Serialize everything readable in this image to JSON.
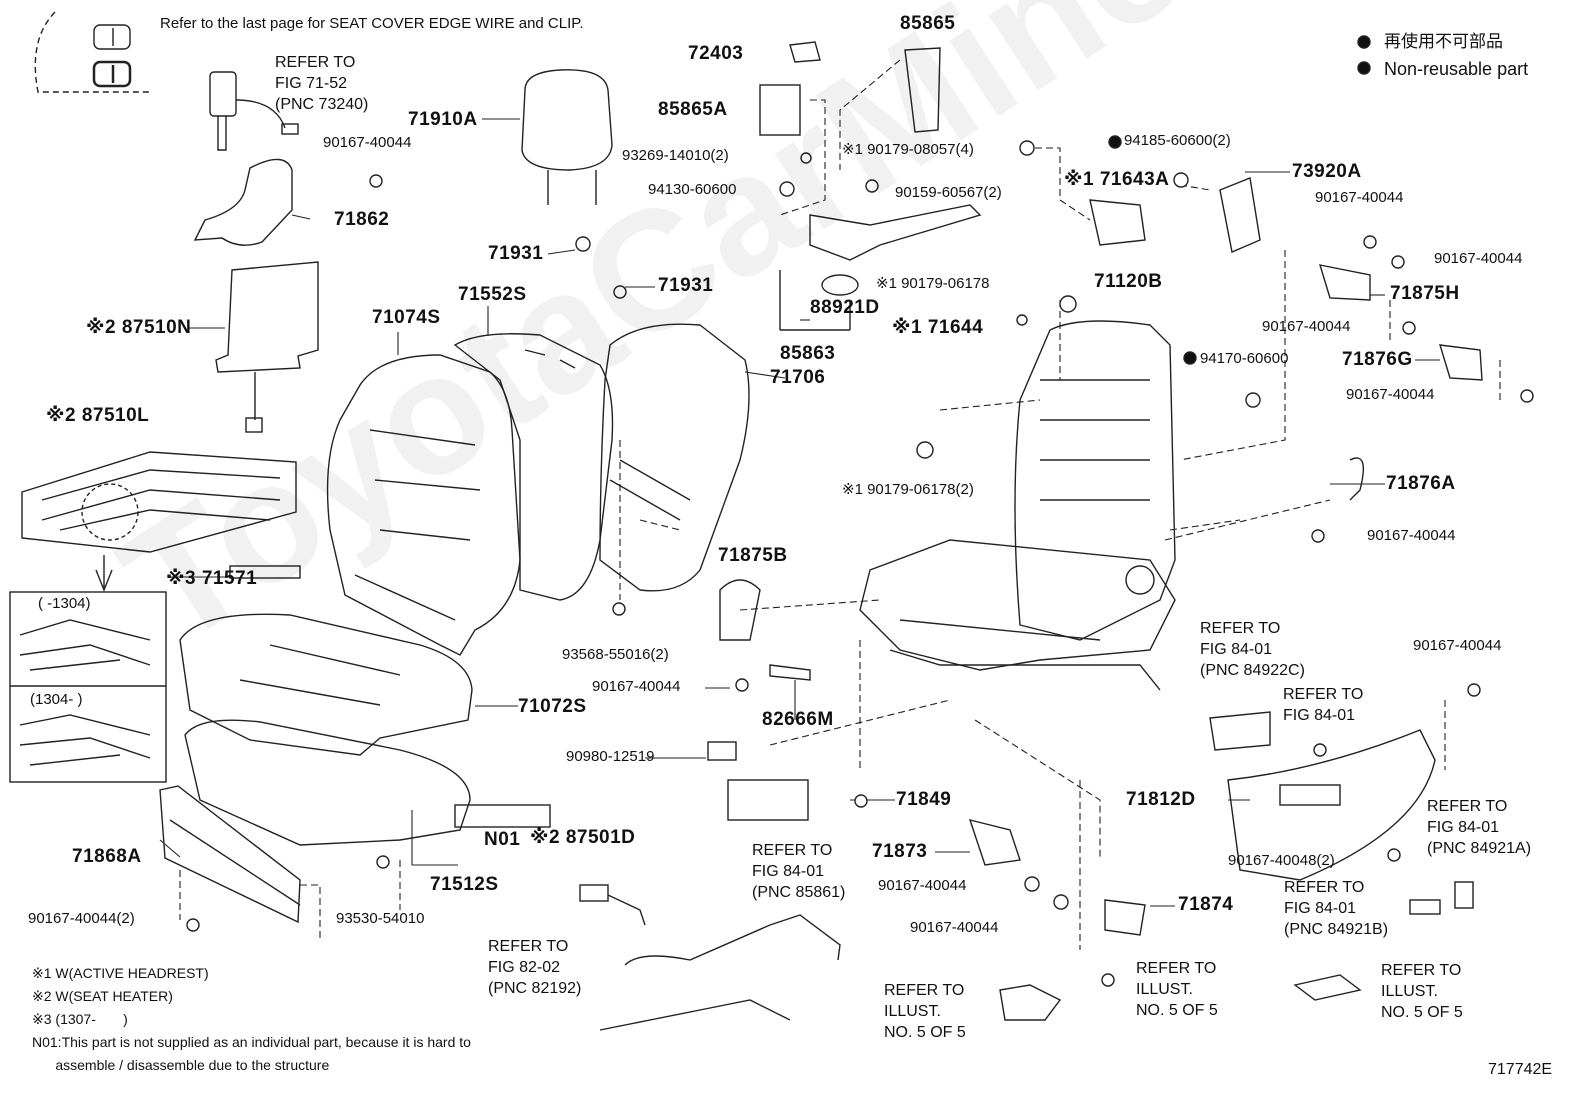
{
  "top_note": "Refer to the last page for SEAT COVER EDGE WIRE and CLIP.",
  "legend": {
    "jp": "再使用不可部品",
    "en": "Non-reusable part"
  },
  "inset_labels": [
    "(      -1304)",
    "(1304-        )"
  ],
  "parts": [
    {
      "id": "85865",
      "text": "85865"
    },
    {
      "id": "72403",
      "text": "72403"
    },
    {
      "id": "85865A",
      "text": "85865A"
    },
    {
      "id": "71910A",
      "text": "71910A"
    },
    {
      "id": "93269-14010",
      "text": "93269-14010(2)"
    },
    {
      "id": "94130-60600",
      "text": "94130-60600"
    },
    {
      "id": "90179-08057",
      "text": "※1 90179-08057(4)"
    },
    {
      "id": "71643A",
      "text": "※1 71643A"
    },
    {
      "id": "90159-60567",
      "text": "90159-60567(2)"
    },
    {
      "id": "94185-60600",
      "text": "94185-60600(2)"
    },
    {
      "id": "73920A",
      "text": "73920A"
    },
    {
      "id": "90167-40044-a",
      "text": "90167-40044"
    },
    {
      "id": "71862",
      "text": "71862"
    },
    {
      "id": "90167-40044-b",
      "text": "90167-40044"
    },
    {
      "id": "90167-40044-c",
      "text": "90167-40044"
    },
    {
      "id": "71931-a",
      "text": "71931"
    },
    {
      "id": "71931-b",
      "text": "71931"
    },
    {
      "id": "87510N",
      "text": "※2 87510N"
    },
    {
      "id": "71074S",
      "text": "71074S"
    },
    {
      "id": "71552S",
      "text": "71552S"
    },
    {
      "id": "88921D",
      "text": "88921D"
    },
    {
      "id": "90179-06178-a",
      "text": "※1 90179-06178"
    },
    {
      "id": "71120B",
      "text": "71120B"
    },
    {
      "id": "71875H",
      "text": "71875H"
    },
    {
      "id": "90167-40044-d",
      "text": "90167-40044"
    },
    {
      "id": "71644",
      "text": "※1 71644"
    },
    {
      "id": "85863",
      "text": "85863"
    },
    {
      "id": "71706",
      "text": "71706"
    },
    {
      "id": "94170-60600",
      "text": "94170-60600"
    },
    {
      "id": "71876G",
      "text": "71876G"
    },
    {
      "id": "90167-40044-e",
      "text": "90167-40044"
    },
    {
      "id": "87510L",
      "text": "※2 87510L"
    },
    {
      "id": "90179-06178-b",
      "text": "※1 90179-06178(2)"
    },
    {
      "id": "71876A",
      "text": "71876A"
    },
    {
      "id": "90167-40044-f",
      "text": "90167-40044"
    },
    {
      "id": "71571",
      "text": "※3 71571"
    },
    {
      "id": "71875B",
      "text": "71875B"
    },
    {
      "id": "93568-55016",
      "text": "93568-55016(2)"
    },
    {
      "id": "90167-40044-g",
      "text": "90167-40044"
    },
    {
      "id": "82666M",
      "text": "82666M"
    },
    {
      "id": "90167-40044-h",
      "text": "90167-40044"
    },
    {
      "id": "71072S",
      "text": "71072S"
    },
    {
      "id": "90980-12519",
      "text": "90980-12519"
    },
    {
      "id": "71849",
      "text": "71849"
    },
    {
      "id": "71812D",
      "text": "71812D"
    },
    {
      "id": "71873",
      "text": "71873"
    },
    {
      "id": "71868A",
      "text": "71868A"
    },
    {
      "id": "N01",
      "text": "N01"
    },
    {
      "id": "87501D",
      "text": "※2 87501D"
    },
    {
      "id": "90167-40044-i",
      "text": "90167-40044"
    },
    {
      "id": "90167-40048",
      "text": "90167-40048(2)"
    },
    {
      "id": "71512S",
      "text": "71512S"
    },
    {
      "id": "71874",
      "text": "71874"
    },
    {
      "id": "90167-40044-2",
      "text": "90167-40044(2)"
    },
    {
      "id": "93530-54010",
      "text": "93530-54010"
    },
    {
      "id": "90167-40044-j",
      "text": "90167-40044"
    }
  ],
  "refs": [
    {
      "id": "ref-71-52",
      "text": "REFER TO\nFIG 71-52\n(PNC 73240)"
    },
    {
      "id": "ref-84-01-a",
      "text": "REFER TO\nFIG 84-01\n(PNC 84922C)"
    },
    {
      "id": "ref-84-01-b",
      "text": "REFER TO\nFIG 84-01"
    },
    {
      "id": "ref-84-01-c",
      "text": "REFER TO\nFIG 84-01\n(PNC 84921A)"
    },
    {
      "id": "ref-84-01-d",
      "text": "REFER TO\nFIG 84-01\n(PNC 85861)"
    },
    {
      "id": "ref-84-01-e",
      "text": "REFER TO\nFIG 84-01\n(PNC 84921B)"
    },
    {
      "id": "ref-82-02",
      "text": "REFER TO\nFIG 82-02\n(PNC 82192)"
    },
    {
      "id": "ref-illust-a",
      "text": "REFER TO\nILLUST.\nNO. 5 OF 5"
    },
    {
      "id": "ref-illust-b",
      "text": "REFER TO\nILLUST.\nNO. 5 OF 5"
    },
    {
      "id": "ref-illust-c",
      "text": "REFER TO\nILLUST.\nNO. 5 OF 5"
    }
  ],
  "notes": "※1 W(ACTIVE HEADREST)\n※2 W(SEAT HEATER)\n※3 (1307-       )\nN01:This part is not supplied as an individual part, because it is hard to\n      assemble / disassemble due to the structure",
  "figure_id": "717742E"
}
